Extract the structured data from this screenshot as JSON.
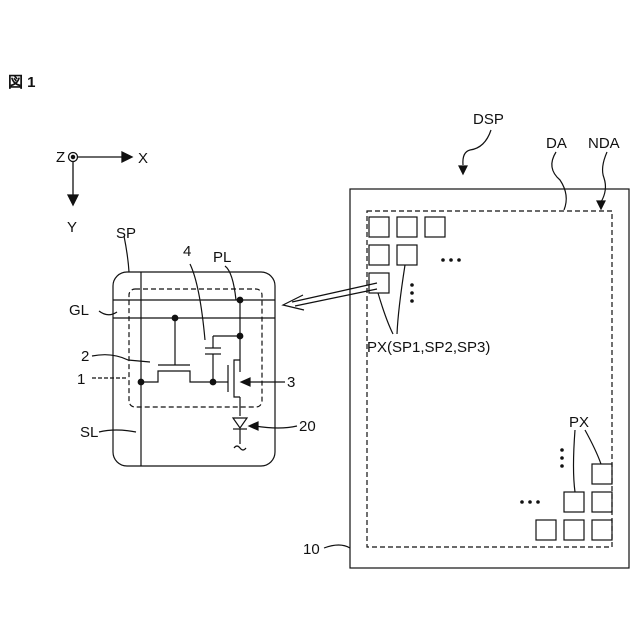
{
  "figure": {
    "label": "図 1"
  },
  "axes": {
    "z": "Z",
    "x": "X",
    "y": "Y"
  },
  "pixel_detail": {
    "sp": "SP",
    "pl": "PL",
    "gl": "GL",
    "sl": "SL",
    "ref_1": "1",
    "ref_2": "2",
    "ref_3": "3",
    "ref_4": "4",
    "ref_20": "20"
  },
  "panel": {
    "dsp": "DSP",
    "da": "DA",
    "nda": "NDA",
    "px_group": "PX(SP1,SP2,SP3)",
    "px": "PX",
    "ref_10": "10"
  },
  "colors": {
    "stroke": "#111111",
    "background": "#ffffff"
  }
}
